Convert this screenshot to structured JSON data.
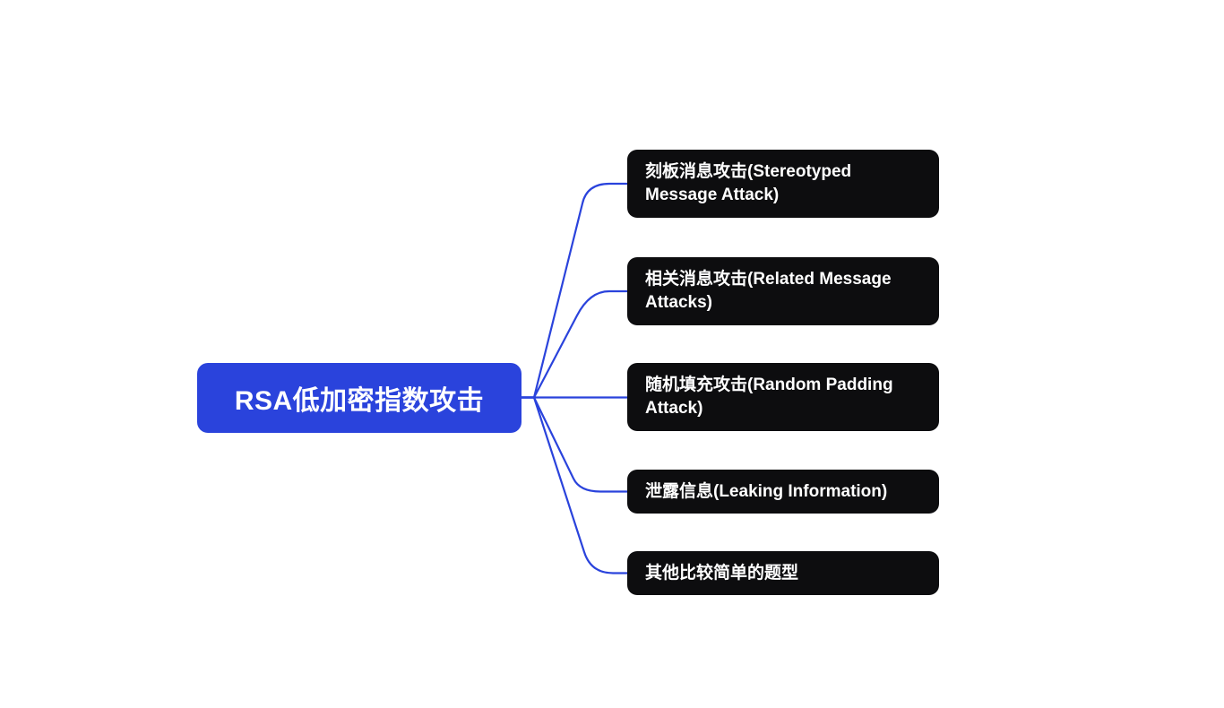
{
  "diagram": {
    "type": "mindmap",
    "colors": {
      "background": "#ffffff",
      "root_fill": "#2a43dc",
      "root_text": "#ffffff",
      "child_fill": "#0d0d0f",
      "child_text": "#ffffff",
      "connector": "#2a43dc"
    },
    "root": {
      "label": "RSA低加密指数攻击"
    },
    "children": [
      {
        "label": "刻板消息攻击(Stereotyped Message Attack)"
      },
      {
        "label": "相关消息攻击(Related Message Attacks)"
      },
      {
        "label": "随机填充攻击(Random Padding Attack)"
      },
      {
        "label": "泄露信息(Leaking Information)"
      },
      {
        "label": "其他比较简单的题型"
      }
    ]
  }
}
